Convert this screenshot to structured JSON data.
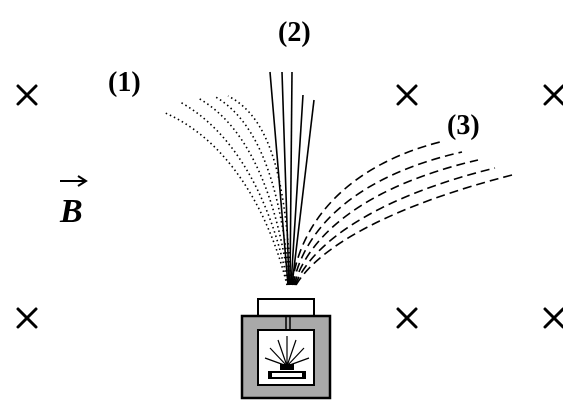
{
  "field": {
    "vector_symbol": "B",
    "marker_icon": "cross-into-page-icon",
    "marker_count": 6
  },
  "beams": [
    {
      "label": "(1)",
      "line_style": "dotted",
      "curve_direction": "left"
    },
    {
      "label": "(2)",
      "line_style": "solid",
      "curve_direction": "straight"
    },
    {
      "label": "(3)",
      "line_style": "dashed",
      "curve_direction": "right"
    }
  ],
  "source": {
    "icon": "radioactive-source-box-icon",
    "colors": {
      "housing": "#a9a9a9",
      "window": "#ffffff",
      "outline": "#000000"
    }
  }
}
